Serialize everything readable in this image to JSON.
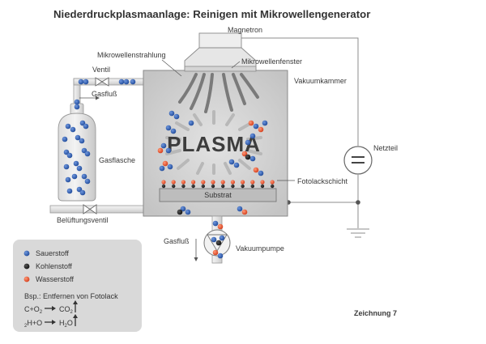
{
  "title": "Niederdruckplasmaanlage: Reinigen mit Mikrowellengenerator",
  "labels": {
    "magnetron": "Magnetron",
    "mikrowellenstrahlung": "Mikrowellenstrahlung",
    "mikrowellenfenster": "Mikrowellenfenster",
    "ventil": "Ventil",
    "vakuumkammer": "Vakuumkammer",
    "gasfluss_top": "Gasfluß",
    "gasflasche": "Gasflasche",
    "plasma": "PLASMA",
    "netzteil": "Netzteil",
    "fotolackschicht": "Fotolackschicht",
    "substrat": "Substrat",
    "belueftungsventil": "Belüftungsventil",
    "gasfluss_bottom": "Gasfluß",
    "vakuumpumpe": "Vakuumpumpe",
    "zeichnung": "Zeichnung 7"
  },
  "legend": {
    "items": [
      {
        "label": "Sauerstoff",
        "color": "#2f5fb3"
      },
      {
        "label": "Kohlenstoff",
        "color": "#1e1e1e"
      },
      {
        "label": "Wasserstoff",
        "color": "#e8522e"
      }
    ],
    "example_title": "Bsp.: Entfernen von Fotolack",
    "eq1_left": "C+O",
    "eq1_left_sub": "2",
    "eq1_right": "CO",
    "eq1_right_sub": "2",
    "eq2_left_sub": "2",
    "eq2_left": "H+O",
    "eq2_right": "H",
    "eq2_right_sub": "2",
    "eq2_right_end": "O"
  },
  "colors": {
    "chamber": "#cfcfcf",
    "chamber_stroke": "#8a8a8a",
    "legend_bg": "#d9d9d9",
    "wire": "#8c8c8c",
    "oxygen": "#2f5fb3",
    "carbon": "#1e1e1e",
    "hydrogen": "#e8522e"
  }
}
